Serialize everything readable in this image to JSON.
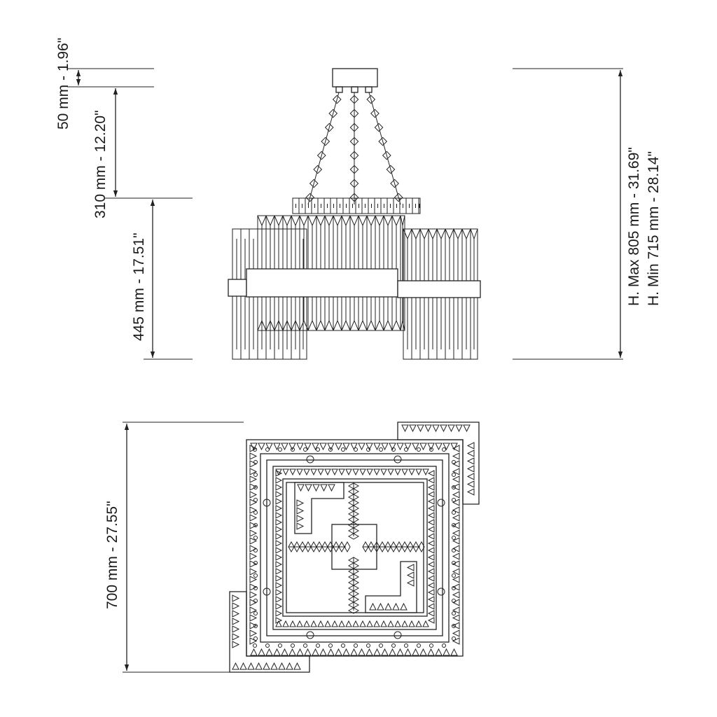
{
  "dimensions": {
    "top_gap": "50 mm - 1.96\"",
    "chain_length": "310 mm - 12.20\"",
    "body_height": "445 mm - 17.51\"",
    "height_max": "H. Max 805 mm - 31.69\"",
    "height_min": "H. Min 715 mm - 28.14\"",
    "width": "700 mm - 27.55\""
  }
}
